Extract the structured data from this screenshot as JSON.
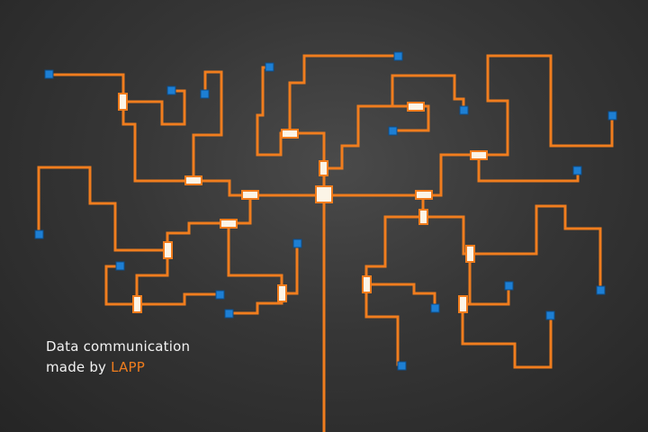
{
  "caption": {
    "line1": "Data communication",
    "line2_prefix": "made by ",
    "brand": "LAPP"
  },
  "colors": {
    "background": "#2b2b2b",
    "wire": "#f07d1e",
    "node": "#fbf4e6",
    "terminal": "#1d7fd4",
    "caption_text": "#f2f2f2",
    "brand": "#f07d1e"
  }
}
